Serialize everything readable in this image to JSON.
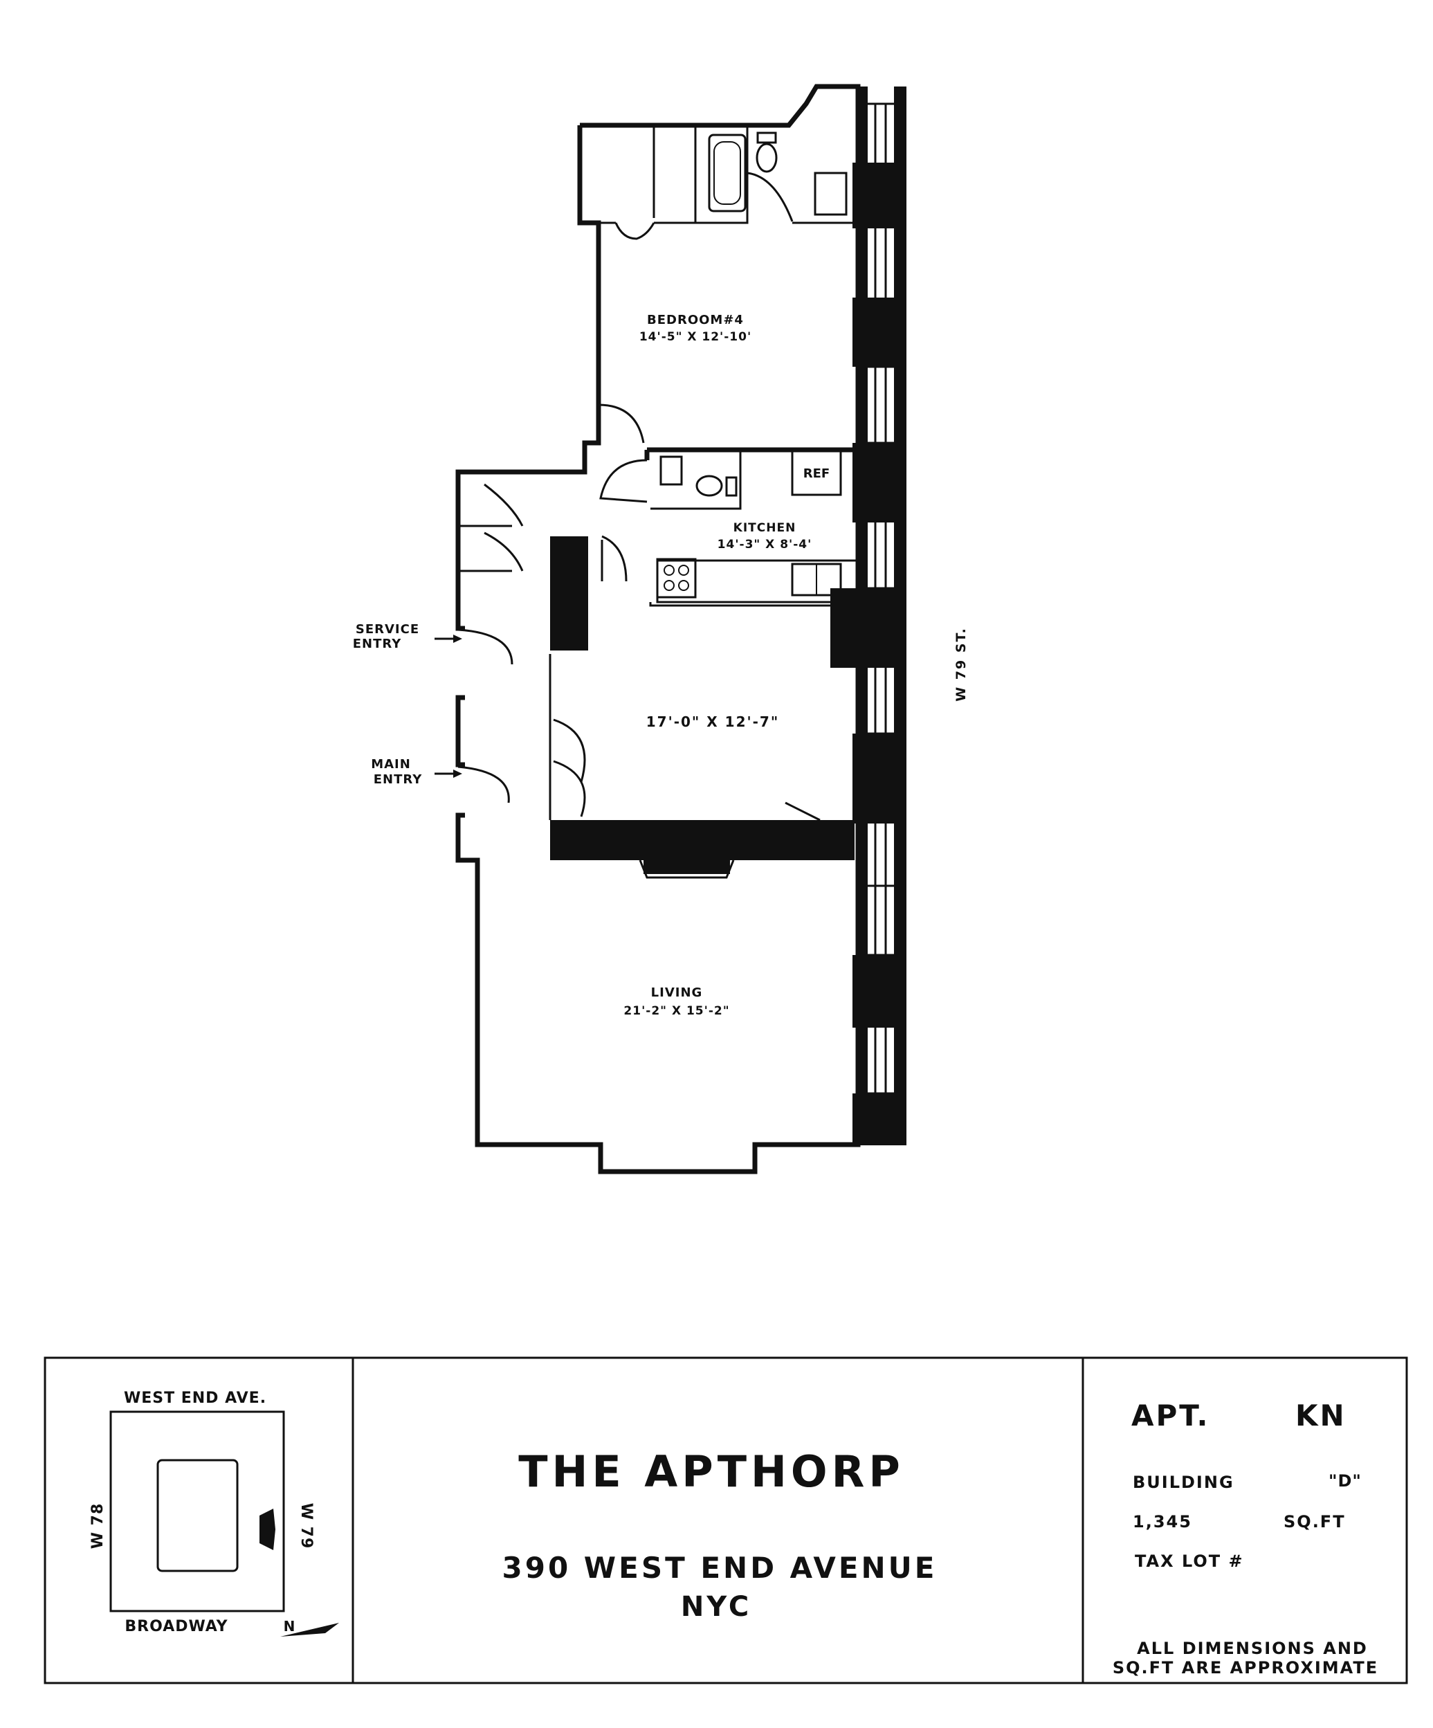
{
  "floorplan": {
    "rooms": {
      "bedroom": {
        "name": "BEDROOM#4",
        "dims": "14'-5\" X 12'-10'"
      },
      "kitchen": {
        "name": "KITCHEN",
        "dims": "14'-3\" X 8'-4'",
        "ref": "REF"
      },
      "middle": {
        "dims": "17'-0\" X 12'-7\""
      },
      "living": {
        "name": "LIVING",
        "dims": "21'-2\" X 15'-2\""
      }
    },
    "entries": {
      "service": [
        "SERVICE",
        "ENTRY"
      ],
      "main": [
        "MAIN",
        "ENTRY"
      ]
    },
    "street": "W 79 ST."
  },
  "title_block": {
    "keymap": {
      "top": "WEST END AVE.",
      "left": "W 78",
      "right": "W 79",
      "bottom": "BROADWAY",
      "north": "N"
    },
    "building_name": "THE APTHORP",
    "address": "390 WEST END AVENUE",
    "city": "NYC",
    "apt_label": "APT.",
    "apt_value": "KN",
    "building_label": "BUILDING",
    "building_value": "\"D\"",
    "sqft_value": "1,345",
    "sqft_label": "SQ.FT",
    "taxlot_label": "TAX LOT #",
    "disclaimer": [
      "ALL DIMENSIONS AND",
      "SQ.FT ARE APPROXIMATE"
    ]
  }
}
